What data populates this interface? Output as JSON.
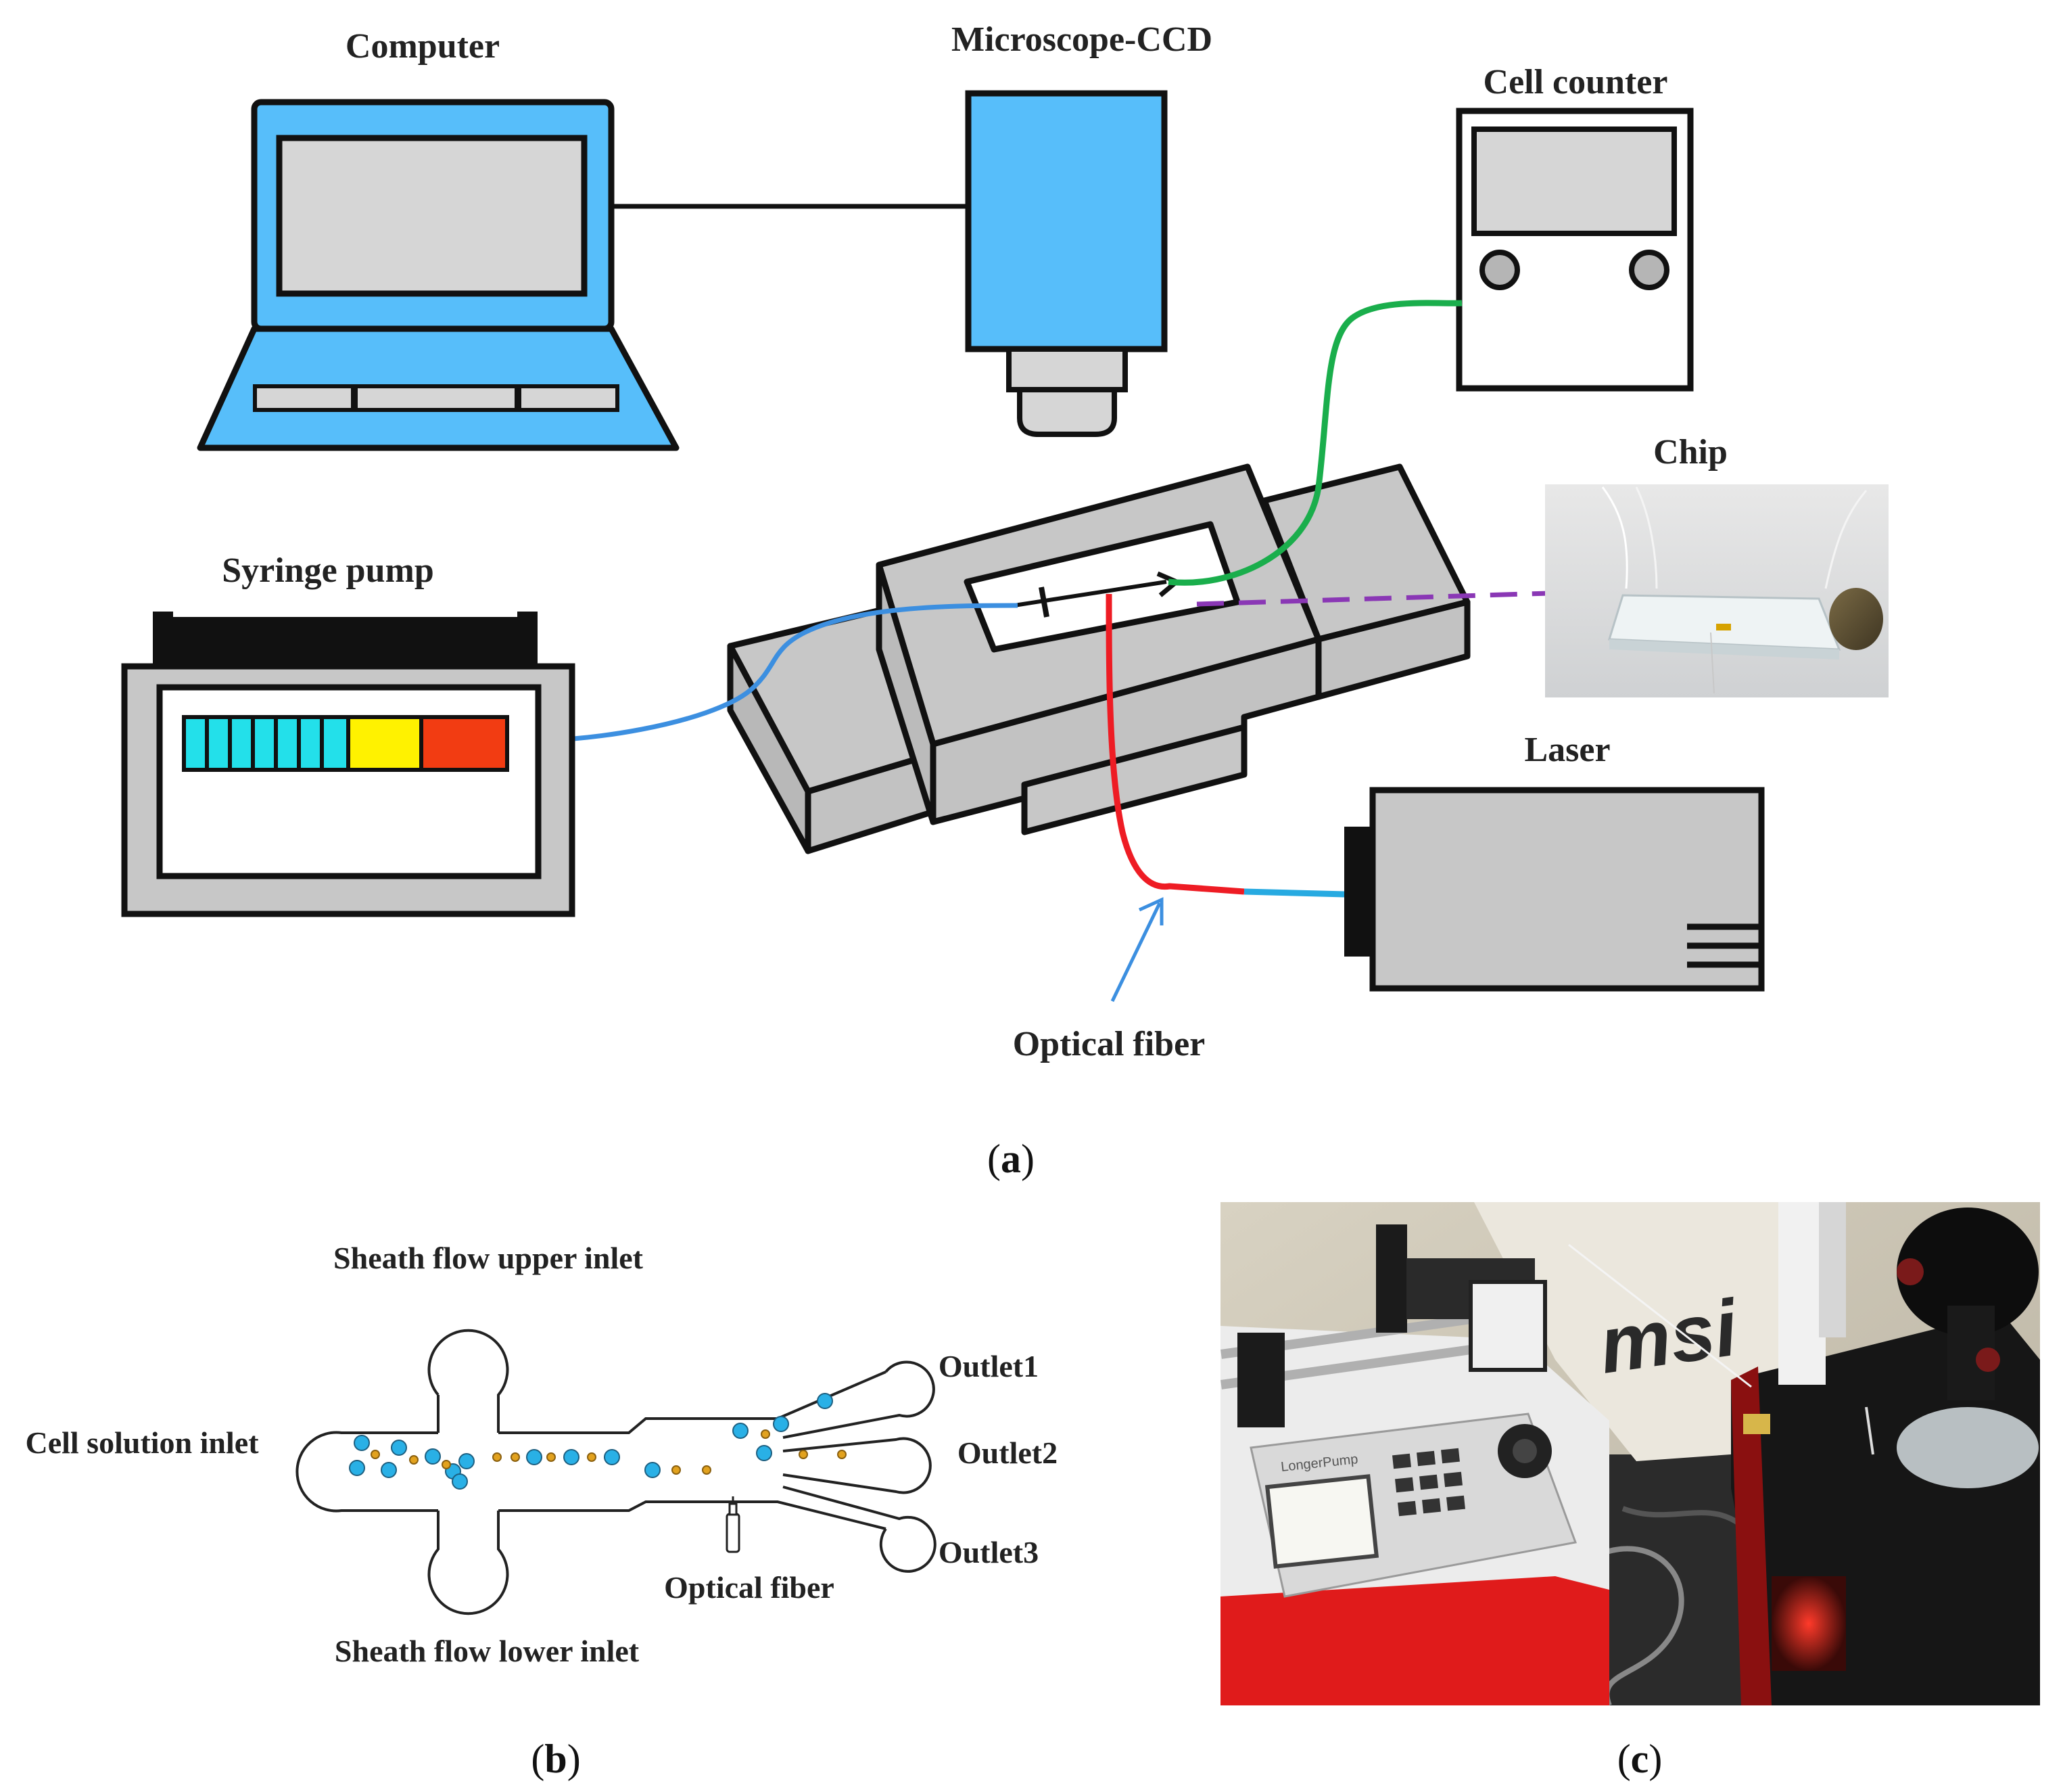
{
  "labels": {
    "computer": "Computer",
    "microscope": "Microscope-CCD",
    "cell_counter": "Cell counter",
    "chip": "Chip",
    "syringe_pump": "Syringe pump",
    "laser": "Laser",
    "optical_fiber": "Optical fiber"
  },
  "panel_b": {
    "upper_inlet": "Sheath flow upper inlet",
    "cell_inlet": "Cell solution inlet",
    "lower_inlet": "Sheath flow lower inlet",
    "outlet1": "Outlet1",
    "outlet2": "Outlet2",
    "outlet3": "Outlet3",
    "optical_fiber": "Optical fiber"
  },
  "photo_text": {
    "brand": "msi",
    "device_name": "LongerPump"
  },
  "captions": {
    "a_open": "(",
    "a_letter": "a",
    "a_close": ")",
    "b_open": "(",
    "b_letter": "b",
    "b_close": ")",
    "c_open": "(",
    "c_letter": "c",
    "c_close": ")"
  },
  "colors": {
    "device_blue": "#57BEFA",
    "body_gray": "#C7C7C7",
    "screen_gray": "#D6D6D6",
    "fiber_green": "#1AAE4C",
    "fiber_red": "#EE1C24",
    "tube_blue": "#3C8FE0",
    "laser_dashed": "#8A37B5",
    "pump_cyan": "#23E0EA",
    "pump_yellow": "#FFF200",
    "pump_orange": "#F23C12",
    "cell_large": "#29B0E6",
    "cell_small": "#E2A21E",
    "pump_red": "#E01B1B"
  }
}
